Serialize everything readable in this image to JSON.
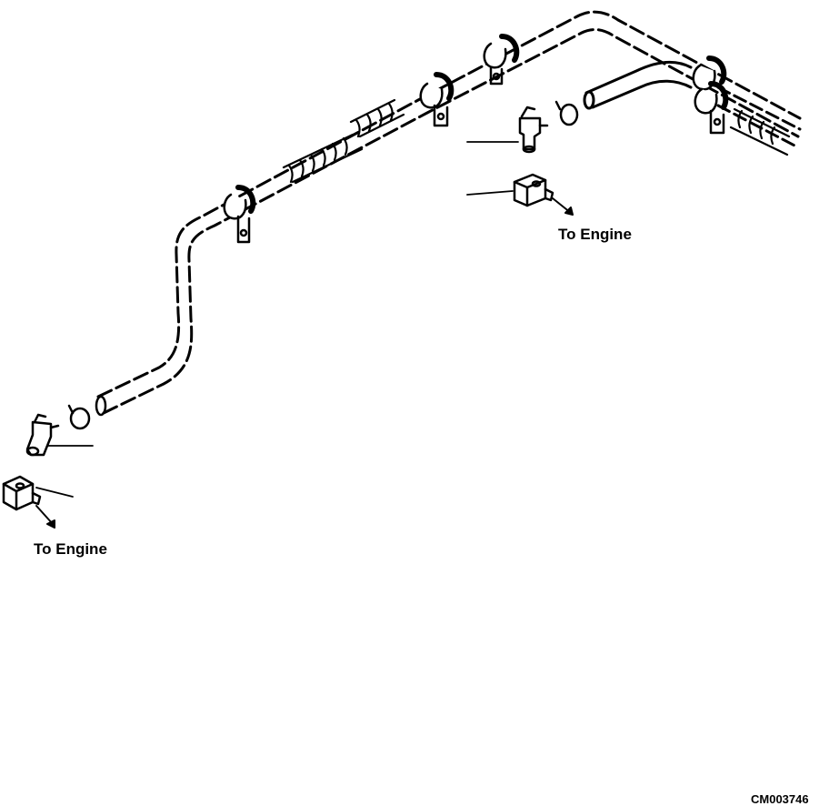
{
  "labels": {
    "to_engine_right": "To Engine",
    "to_engine_left": "To Engine",
    "figure_code": "CM003746"
  }
}
